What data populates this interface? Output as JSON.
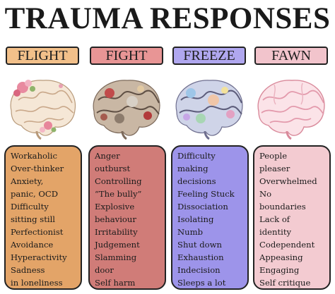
{
  "title": "TRAUMA RESPONSES",
  "columns": [
    {
      "label": "FLIGHT",
      "brain_style": "brain-with-flowers",
      "items": [
        "Workaholic",
        "Over-thinker",
        "Anxiety,",
        "panic, OCD",
        "Difficulty",
        "sitting still",
        "Perfectionist",
        "Avoidance",
        "Hyperactivity",
        "Sadness",
        "in loneliness"
      ]
    },
    {
      "label": "FIGHT",
      "brain_style": "brain-collage",
      "items": [
        "Anger",
        "outburst",
        "Controlling",
        "“The bully”",
        "Explosive",
        "behaviour",
        "Irritability",
        "Judgement",
        "Slamming",
        "door",
        "Self harm"
      ]
    },
    {
      "label": "FREEZE",
      "brain_style": "brain-pastel-collage",
      "items": [
        "Difficulty",
        "making",
        "decisions",
        "Feeling Stuck",
        "Dissociation",
        "Isolating",
        "Numb",
        "Shut down",
        "Exhaustion",
        "Indecision",
        "Sleeps a lot"
      ]
    },
    {
      "label": "FAWN",
      "brain_style": "brain-pink-outline",
      "items": [
        "People",
        "pleaser",
        "Overwhelmed",
        "No",
        "boundaries",
        "Lack of",
        "identity",
        "Codependent",
        "Appeasing",
        "Engaging",
        "Self critique"
      ]
    }
  ]
}
